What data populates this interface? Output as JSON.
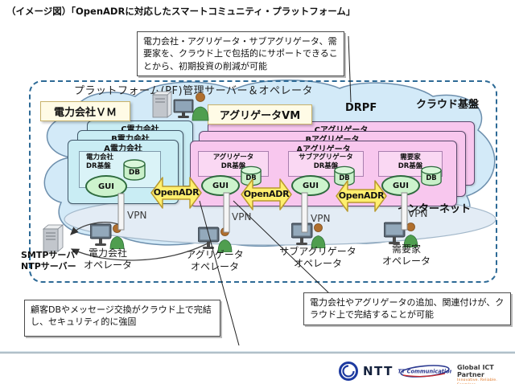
{
  "page": {
    "title": "（イメージ図）「OpenADRに対応したスマートコミュニティ・プラットフォーム」"
  },
  "callouts": {
    "top": "電力会社・アグリゲータ・サブアグリゲータ、需要家を、クラウド上で包括的にサポートできることから、初期投資の削減が可能",
    "bottom_left": "顧客DBやメッセージ交換がクラウド上で完結し、セキュリティ的に強固",
    "bottom_right": "電力会社やアグリゲータの追加、関連付けが、クラウド上で完結することが可能"
  },
  "cloud": {
    "header": "プラットフォーム(PF)管理サーバー＆オペレータ",
    "label": "クラウド基盤",
    "drpf": "DRPF",
    "internet": "インターネット",
    "power_vm": "電力会社ＶＭ",
    "aggregator_vm": "アグリゲータVM"
  },
  "power_stack": {
    "layers": [
      "C電力会社",
      "B電力会社",
      "A電力会社"
    ],
    "dr": {
      "line1": "電力会社",
      "line2": "DR基盤",
      "gui": "GUI",
      "db": "DB"
    }
  },
  "aggregator_stack": {
    "layers": [
      "Cアグリゲータ",
      "Bアグリゲータ",
      "Aアグリゲータ"
    ],
    "dr": [
      {
        "line1": "アグリゲータ",
        "line2": "DR基盤",
        "gui": "GUI",
        "db": "DB"
      },
      {
        "line1": "サブアグリゲータ",
        "line2": "DR基盤",
        "gui": "GUI",
        "db": "DB"
      },
      {
        "line1": "需要家",
        "line2": "DR基盤",
        "gui": "GUI",
        "db": "DB"
      }
    ]
  },
  "connections": {
    "openadr": "OpenADR",
    "vpn": "VPN"
  },
  "servers": {
    "smtp": "SMTPサーバ",
    "ntp": "NTPサーバー"
  },
  "operators": [
    {
      "line1": "電力会社",
      "line2": "オペレータ"
    },
    {
      "line1": "アグリゲータ",
      "line2": "オペレータ"
    },
    {
      "line1": "サブアグリゲータ",
      "line2": "オペレータ"
    },
    {
      "line1": "需要家",
      "line2": "オペレータ"
    }
  ],
  "footer": {
    "ntt": "NTT",
    "ntt_communications": "NTT Communications",
    "partner": "Global ICT Partner",
    "tagline": "Innovative. Reliable. Seamless."
  },
  "colors": {
    "cloud_fill": "#d3eaf8",
    "internet_fill": "#e3ecf5",
    "power_box": "#c9edf4",
    "aggregator_box": "#f8c7ee",
    "node_green": "#cdf3cd",
    "arrow_yellow": "#ffef6e",
    "vm_box": "#fffbe6",
    "boundary_dash": "#2d6a96"
  }
}
